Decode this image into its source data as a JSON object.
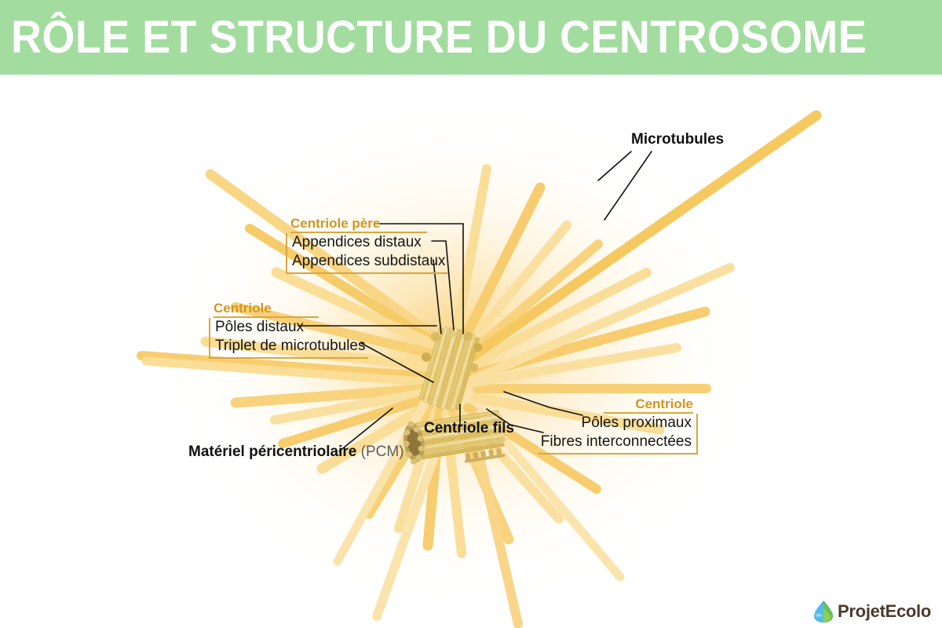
{
  "banner": {
    "title": "RÔLE ET STRUCTURE DU CENTROSOME",
    "background_color": "#a2dc9f",
    "text_color": "#ffffff"
  },
  "colors": {
    "accent_orange": "#cf9623",
    "box_border": "#dca63c",
    "microtubule": "#f8ce6b",
    "microtubule_light": "#fadd96",
    "centriole_tube": "#e8cf7a",
    "leader_line": "#111111",
    "page_background": "#ffffff",
    "glow": "#f9cd6e"
  },
  "labels": {
    "microtubules": {
      "text": "Microtubules",
      "style": "plain-bold"
    },
    "centriole_pere": {
      "header": "Centriole père",
      "rows": [
        "Appendices distaux",
        "Appendices subdistaux"
      ],
      "box_side": "left"
    },
    "centriole_left": {
      "header": "Centriole",
      "rows": [
        "Pôles distaux",
        "Triplet de microtubules"
      ],
      "box_side": "left"
    },
    "centriole_right": {
      "header": "Centriole",
      "rows": [
        "Pôles proximaux",
        "Fibres interconnectées"
      ],
      "box_side": "right"
    },
    "pcm": {
      "text": "Matériel péricentriolaire",
      "suffix": "(PCM)",
      "style": "plain-bold-with-dim-suffix"
    },
    "centriole_fils": {
      "text": "Centriole fils",
      "style": "plain-bold"
    }
  },
  "diagram": {
    "subject": "centrosome",
    "parts": [
      "centriole père (mother centriole)",
      "centriole fils (daughter centriole)",
      "microtubules",
      "matériel péricentriolaire (PCM)"
    ]
  },
  "logo": {
    "name": "ProjetEcolo",
    "icon": "leaf-droplet-icon",
    "icon_colors": [
      "#4aa3df",
      "#5cb85c",
      "#7ac943"
    ],
    "text_color": "#4a3b2a"
  }
}
